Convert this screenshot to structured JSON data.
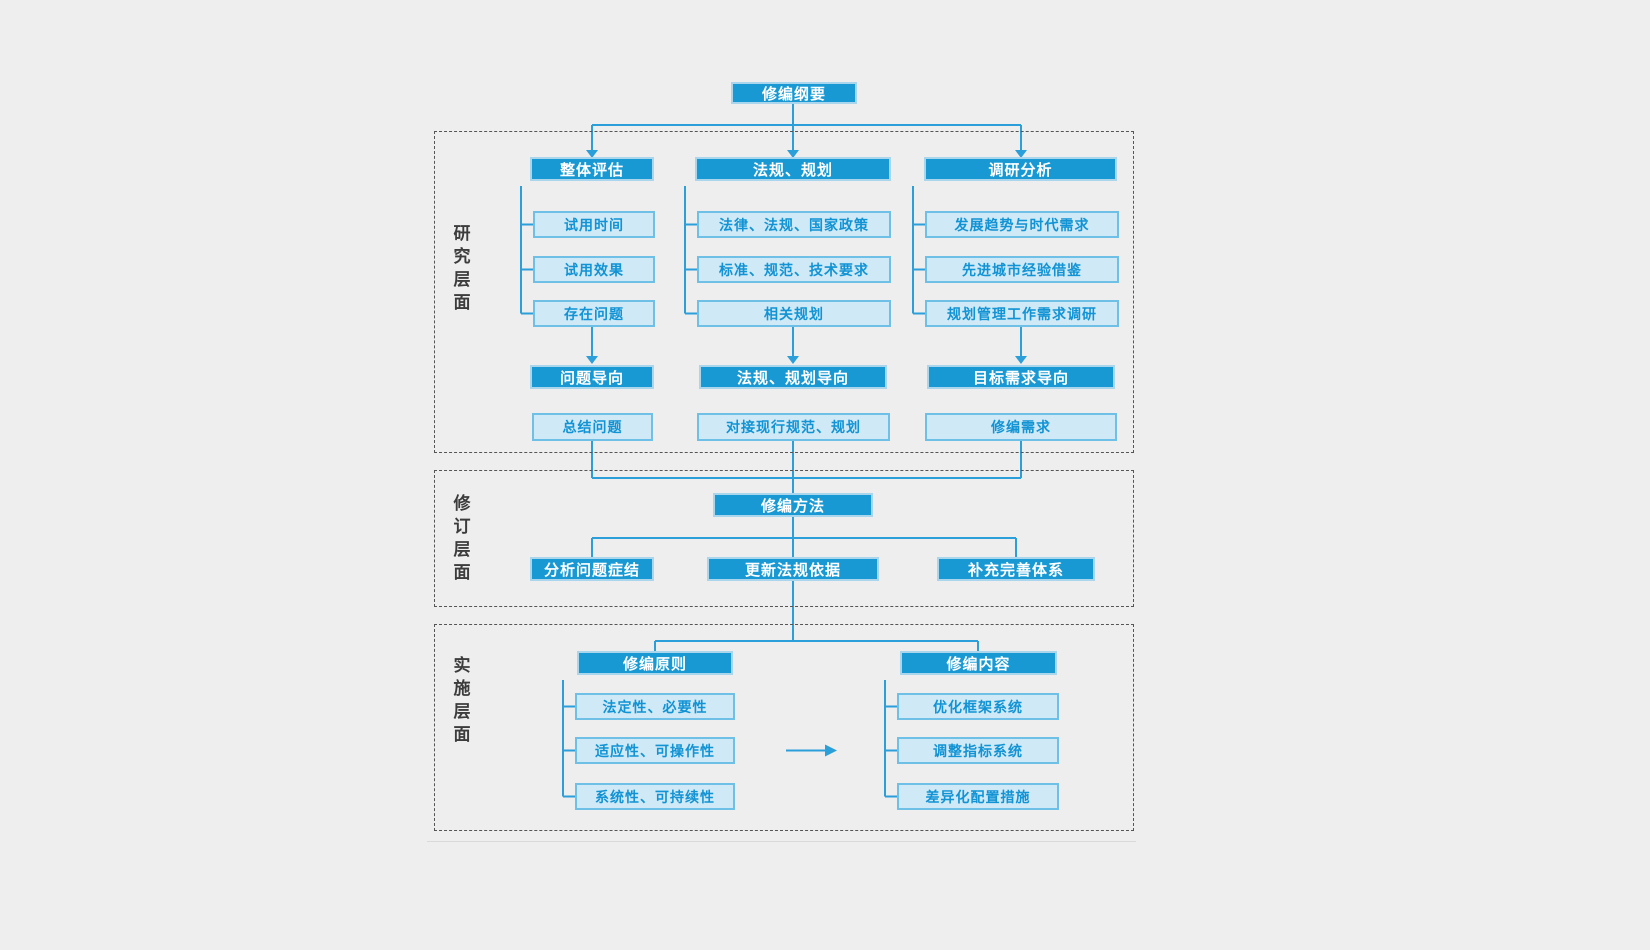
{
  "diagram": {
    "root_label": "修编纲要",
    "colors": {
      "accent": "#1899d4",
      "light_fill": "#cfe9f7",
      "light_border": "#6fc0e7",
      "line": "#2b9fd9",
      "frame_border": "#555555"
    },
    "sections": [
      {
        "label": "研究层面",
        "columns": [
          {
            "header": "整体评估",
            "items": [
              "试用时间",
              "试用效果",
              "存在问题"
            ],
            "orientation": "问题导向",
            "result": "总结问题"
          },
          {
            "header": "法规、规划",
            "items": [
              "法律、法规、国家政策",
              "标准、规范、技术要求",
              "相关规划"
            ],
            "orientation": "法规、规划导向",
            "result": "对接现行规范、规划"
          },
          {
            "header": "调研分析",
            "items": [
              "发展趋势与时代需求",
              "先进城市经验借鉴",
              "规划管理工作需求调研"
            ],
            "orientation": "目标需求导向",
            "result": "修编需求"
          }
        ]
      },
      {
        "label": "修订层面",
        "method": "修编方法",
        "children": [
          "分析问题症结",
          "更新法规依据",
          "补充完善体系"
        ]
      },
      {
        "label": "实施层面",
        "groups": [
          {
            "header": "修编原则",
            "items": [
              "法定性、必要性",
              "适应性、可操作性",
              "系统性、可持续性"
            ]
          },
          {
            "header": "修编内容",
            "items": [
              "优化框架系统",
              "调整指标系统",
              "差异化配置措施"
            ]
          }
        ]
      }
    ]
  }
}
